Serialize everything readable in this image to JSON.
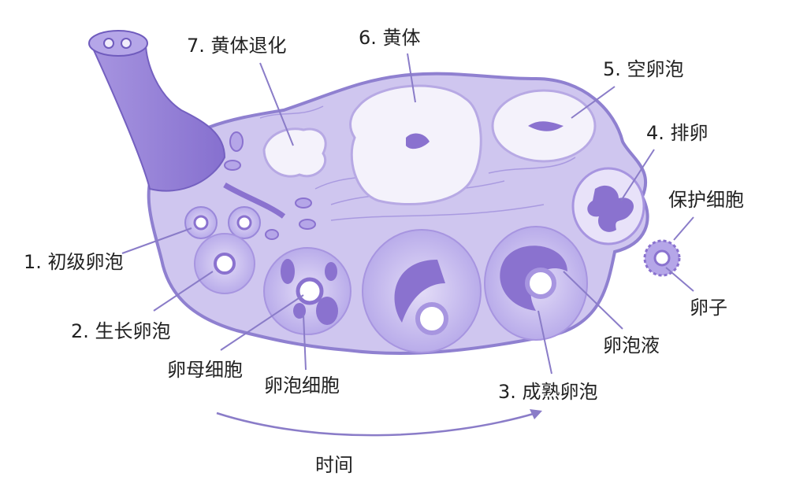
{
  "title": "卵巢周期示意图",
  "labels": {
    "primary_follicle": "1. 初级卵泡",
    "growing_follicle": "2. 生长卵泡",
    "mature_follicle": "3. 成熟卵泡",
    "ovulation": "4. 排卵",
    "empty_follicle": "5. 空卵泡",
    "corpus_luteum": "6. 黄体",
    "corpus_luteum_regression": "7. 黄体退化",
    "protective_cells": "保护细胞",
    "egg": "卵子",
    "follicular_fluid": "卵泡液",
    "follicle_cells": "卵泡细胞",
    "oocyte": "卵母细胞",
    "time": "时间"
  },
  "colors": {
    "ovary_fill": "#cfc6ef",
    "ovary_edge": "#8f80d0",
    "follicle_dark": "#8a72cf",
    "corpus_white": "#f4f2fb",
    "leader": "#8a7cc8"
  }
}
